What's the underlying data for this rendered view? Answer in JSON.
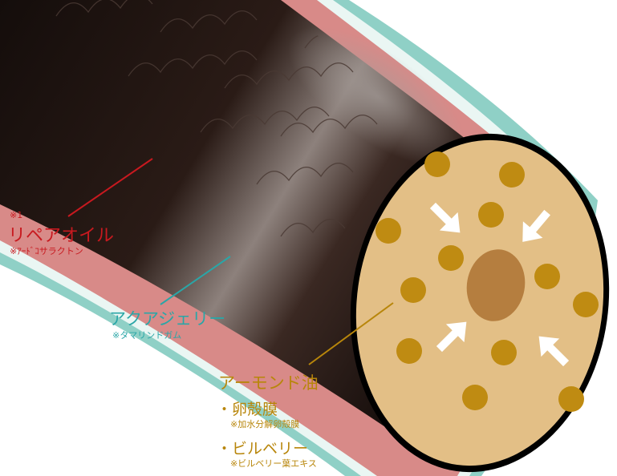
{
  "colors": {
    "repair": "#c8191f",
    "acqua": "#2aa6a7",
    "almond": "#b8860b",
    "hair_dark": "#1f1411",
    "cortex": "#e3bf86",
    "dot": "#bf8b12",
    "medulla": "#b57e3f",
    "pink_layer": "#d88a88",
    "teal_layer": "#8fd0c6"
  },
  "labels": {
    "repair_note": "※1",
    "repair_title": "リペアオイル",
    "repair_sub": "※ｱｰﾄﾞｺサラクトン",
    "acqua_title": "アクアジェリー",
    "acqua_sub": "※タマリンドガム",
    "almond_title": "アーモンド油",
    "item1_title": "・卵殻膜",
    "item1_sub": "※加水分解卵殻膜",
    "item2_title": "・ビルベリー",
    "item2_sub": "※ビルベリー葉エキス"
  },
  "icons": [
    "inward-arrow-icon"
  ]
}
